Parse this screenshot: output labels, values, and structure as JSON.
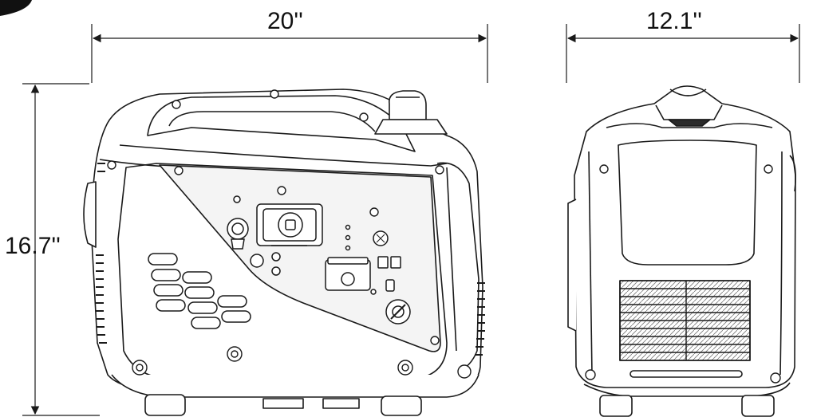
{
  "dimensions": {
    "width_side": "20''",
    "width_front": "12.1''",
    "height": "16.7''"
  },
  "colors": {
    "line": "#1a1a1a",
    "body_dark": "#2b2b2b",
    "panel": "#f4f4f4"
  }
}
